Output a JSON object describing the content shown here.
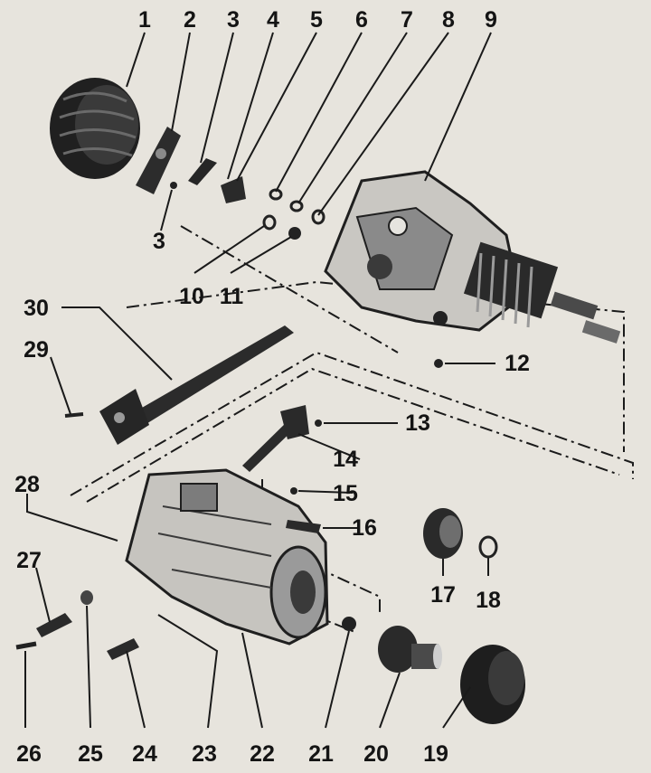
{
  "callouts": [
    "1",
    "2",
    "3",
    "4",
    "5",
    "6",
    "7",
    "8",
    "9",
    "3",
    "10",
    "11",
    "30",
    "29",
    "12",
    "13",
    "14",
    "28",
    "15",
    "16",
    "27",
    "17",
    "18",
    "26",
    "25",
    "24",
    "23",
    "22",
    "21",
    "20",
    "19"
  ],
  "colors": {
    "background": "#e7e4dd",
    "ink": "#161616",
    "part_dark": "#1f1f1f",
    "part_mid": "#7c7c7c",
    "part_light": "#c9c7c2"
  }
}
